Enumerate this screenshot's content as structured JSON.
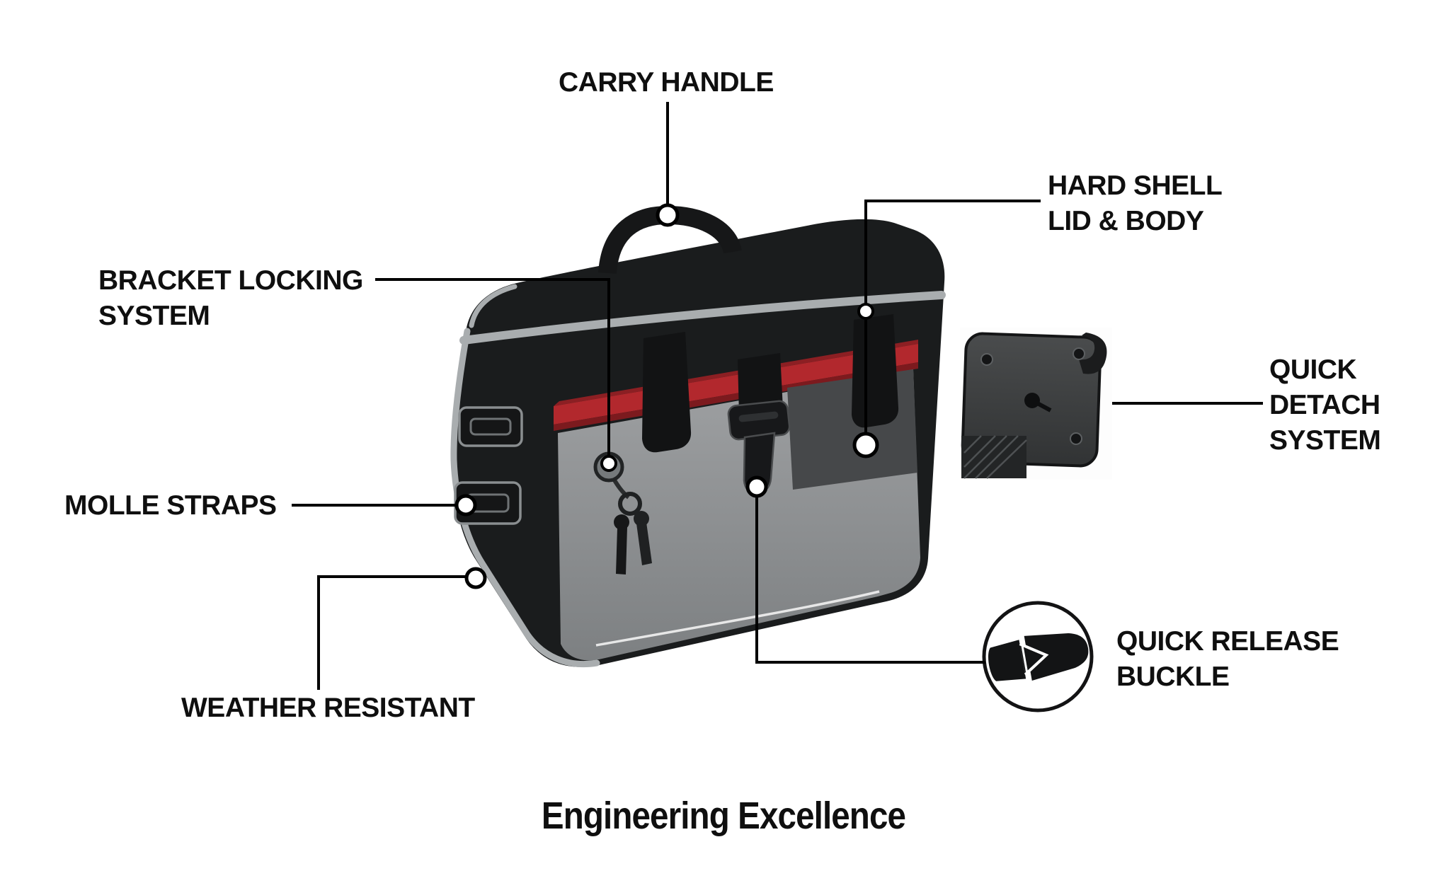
{
  "page": {
    "title": "Engineering Excellence"
  },
  "callouts": [
    {
      "id": "carry-handle",
      "label": "CARRY HANDLE"
    },
    {
      "id": "hard-shell-lid-body",
      "label": "HARD SHELL\nLID & BODY"
    },
    {
      "id": "bracket-locking-system",
      "label": "BRACKET LOCKING\nSYSTEM"
    },
    {
      "id": "quick-detach-system",
      "label": "QUICK\nDETACH\nSYSTEM"
    },
    {
      "id": "molle-straps",
      "label": "MOLLE STRAPS"
    },
    {
      "id": "weather-resistant",
      "label": "WEATHER RESISTANT"
    },
    {
      "id": "quick-release-buckle",
      "label": "QUICK RELEASE\nBUCKLE"
    }
  ],
  "images": {
    "main": "motorcycle-saddlebag-illustration",
    "quick_detach_inset": "quick-detach-bracket-photo",
    "quick_release_inset": "quick-release-buckle-photo"
  },
  "colors": {
    "text": "#101010",
    "line": "#000000",
    "bag_black": "#1a1c1d",
    "trim_gray": "#a9adaf",
    "panel_gray": "#8e9193",
    "accent_red": "#b2282d",
    "background": "#ffffff"
  }
}
